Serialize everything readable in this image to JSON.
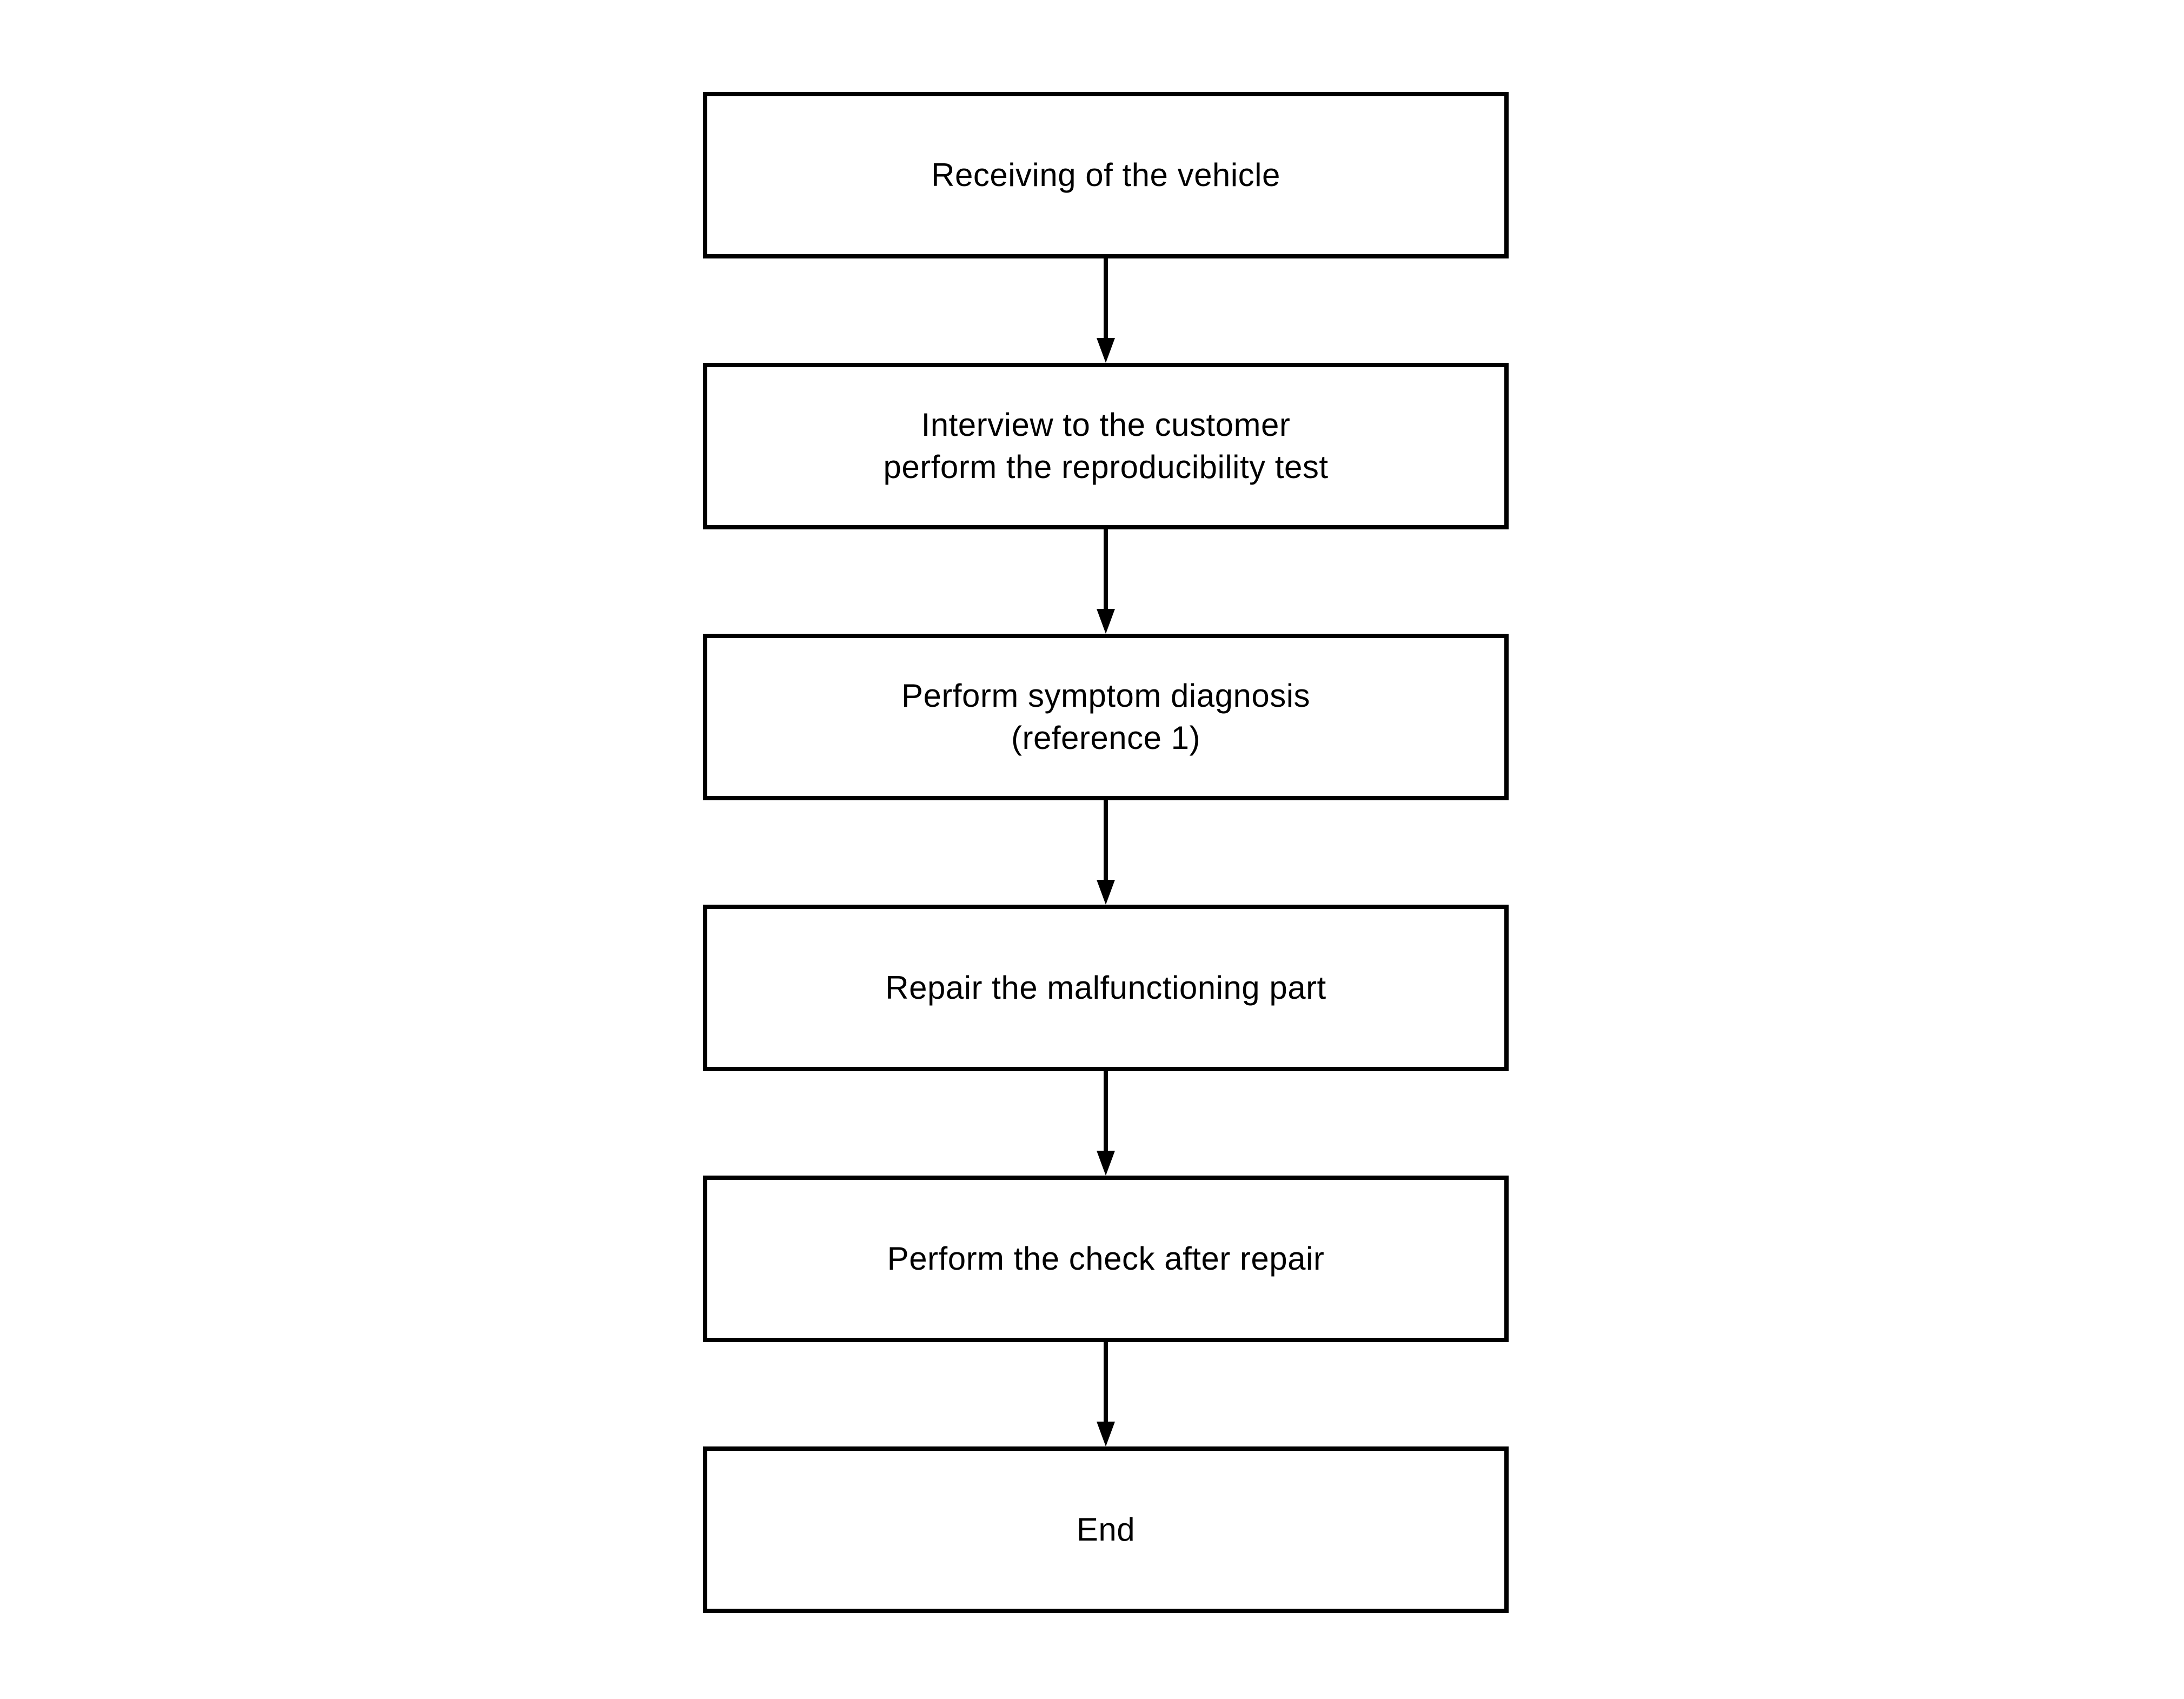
{
  "diagram": {
    "type": "flowchart",
    "direction": "top-down",
    "nodes": [
      {
        "id": "receiving",
        "label": "Receiving of the vehicle"
      },
      {
        "id": "interview",
        "label": "Interview to the customer\nperform the reproducibility test"
      },
      {
        "id": "symptom-diagnosis",
        "label": "Perform symptom diagnosis\n(reference 1)"
      },
      {
        "id": "repair",
        "label": "Repair the malfunctioning part"
      },
      {
        "id": "check-after-repair",
        "label": "Perform the check after repair"
      },
      {
        "id": "end",
        "label": "End"
      }
    ],
    "edges": [
      {
        "from": "receiving",
        "to": "interview"
      },
      {
        "from": "interview",
        "to": "symptom-diagnosis"
      },
      {
        "from": "symptom-diagnosis",
        "to": "repair"
      },
      {
        "from": "repair",
        "to": "check-after-repair"
      },
      {
        "from": "check-after-repair",
        "to": "end"
      }
    ],
    "colors": {
      "background": "#ffffff",
      "box_fill": "#ffffff",
      "box_border": "#000000",
      "text": "#000000",
      "arrow": "#000000"
    }
  }
}
